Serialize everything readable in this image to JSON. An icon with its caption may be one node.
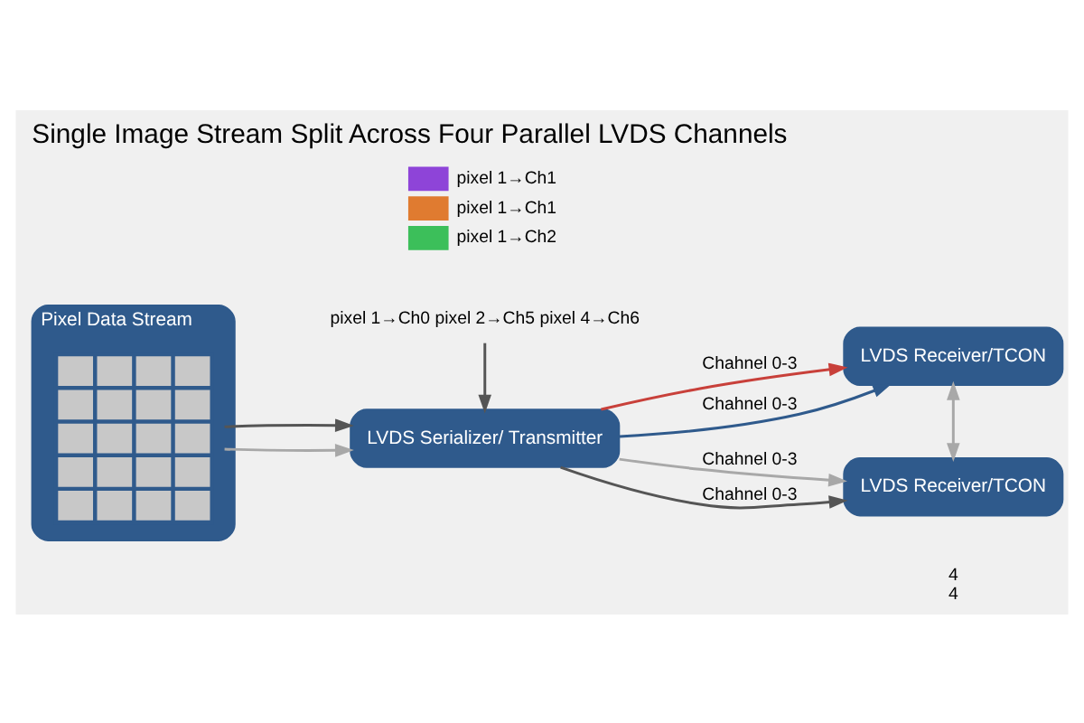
{
  "diagram": {
    "title": "Single Image Stream Split Across Four Parallel LVDS Channels",
    "nodes": [
      {
        "text": [
          "Pixel Data Stream"
        ]
      },
      {
        "text": [],
        "shape": "picture",
        "in": 0
      },
      {
        "text": [
          "LVDS Serializer/ Transmitter"
        ]
      },
      {
        "text": [
          "LVDS Receiver/TCON"
        ]
      },
      {
        "text": [
          "LVDS Receiver/TCON"
        ]
      },
      {
        "text": [
          "pixel 1→Ch0 pixel 2→Ch5 pixel 4→Ch6"
        ]
      }
    ],
    "edges": [
      {
        "from": 1,
        "to": 2,
        "arrow": "to",
        "color": "#a8a8a8"
      },
      {
        "from": 1,
        "to": 2,
        "arrow": "to",
        "color": "#555555"
      },
      {
        "from": 2,
        "to": 3,
        "arrow": "to",
        "label": "Chahnel 0-3",
        "color": "#c8403a"
      },
      {
        "from": 2,
        "to": 3,
        "arrow": "to",
        "label": "Chahnel 0-3",
        "color": "#2f5a8c"
      },
      {
        "from": 2,
        "to": 4,
        "arrow": "to",
        "label": "Chahnel 0-3",
        "color": "#a8a8a8"
      },
      {
        "from": 2,
        "to": 4,
        "arrow": "to",
        "label": "Chahnel 0-3",
        "color": "#555555"
      },
      {
        "from": 3,
        "to": 4,
        "arrow": "both",
        "color": "#a8a8a8"
      },
      {
        "from": 5,
        "to": 2,
        "arrow": "to",
        "color": "#555555"
      }
    ],
    "labels": [
      "4",
      "4"
    ],
    "legend": [
      {
        "text": "pixel 1→Ch1",
        "color": "#8e44d8"
      },
      {
        "text": "pixel 1→Ch1",
        "color": "#e07b30"
      },
      {
        "text": "pixel 1→Ch2",
        "color": "#3cbf5a"
      }
    ]
  }
}
